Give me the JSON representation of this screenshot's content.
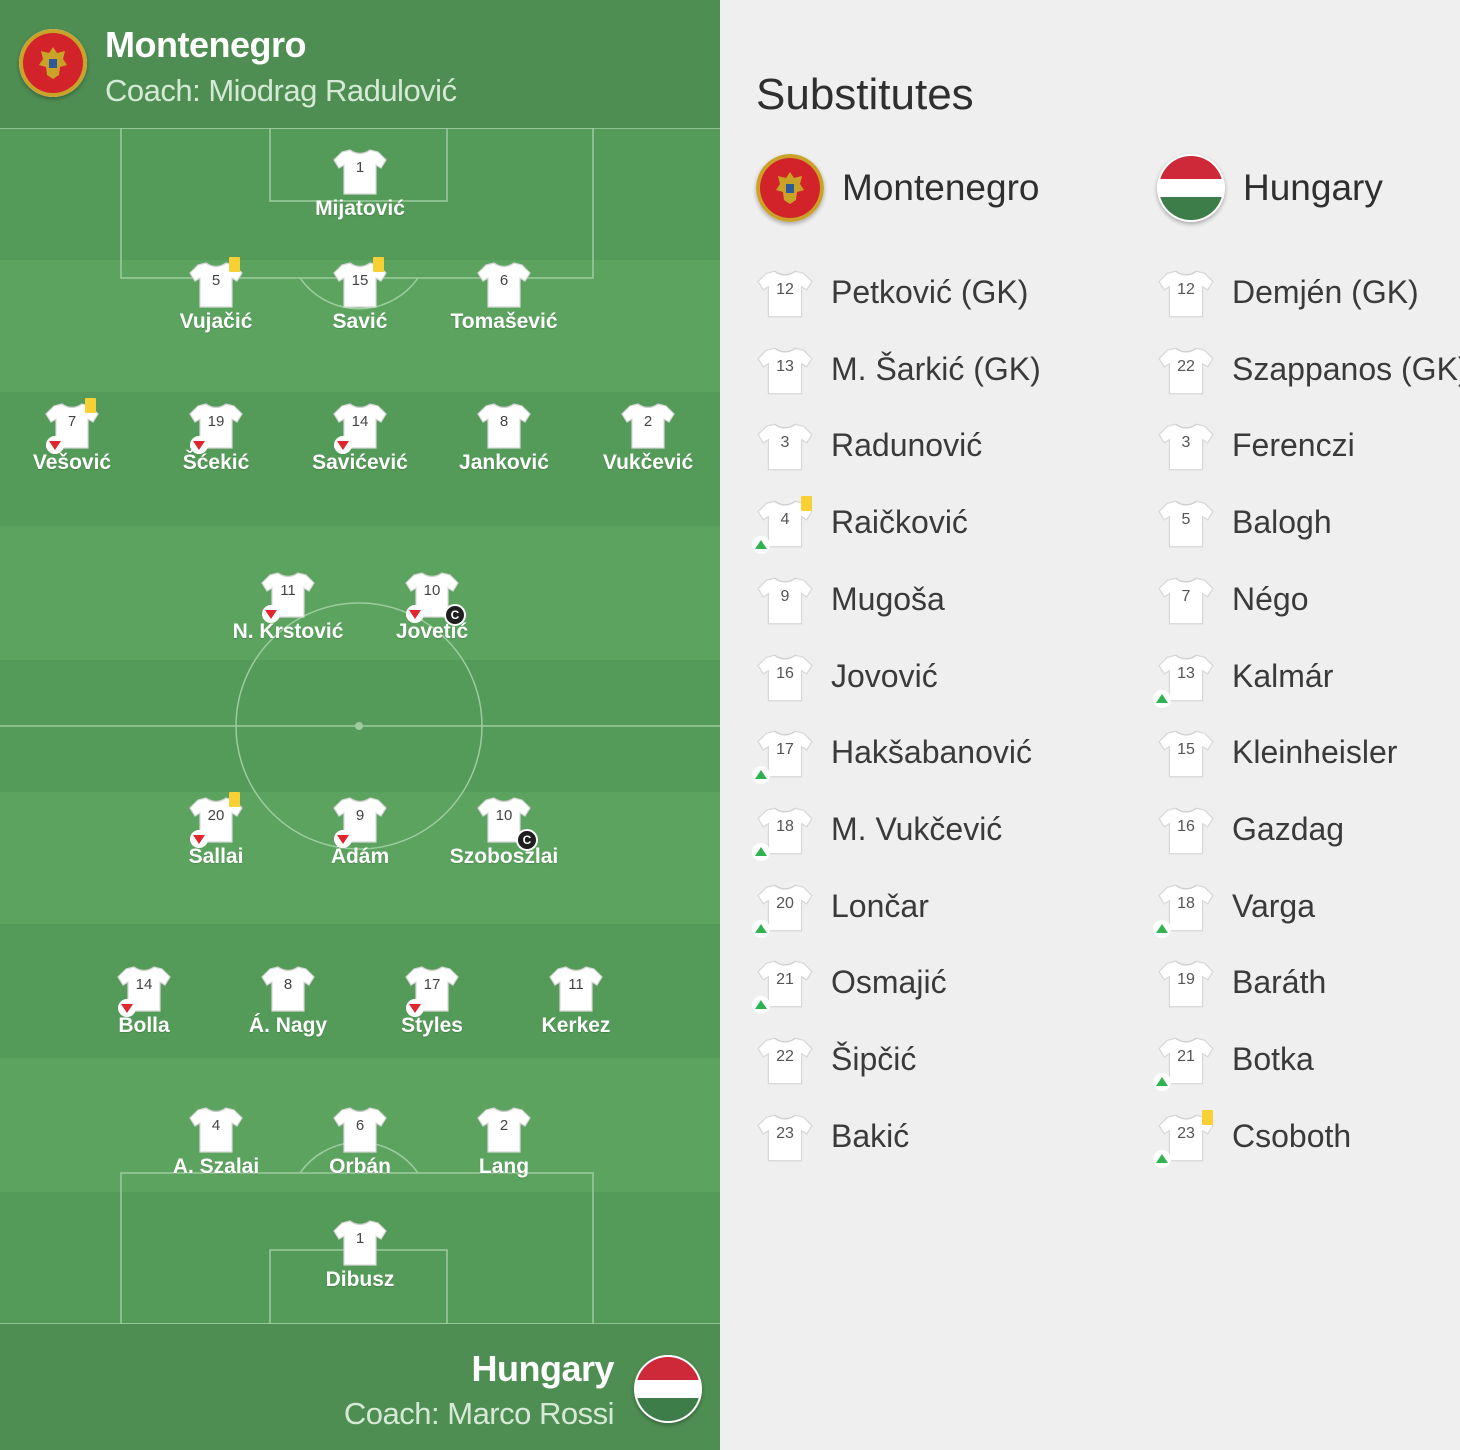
{
  "home": {
    "name": "Montenegro",
    "coach": "Coach: Miodrag Radulović",
    "flag_icon": "montenegro-flag-icon",
    "colors": {
      "red": "#d2232a",
      "gold": "#c9a227"
    },
    "lineup": [
      {
        "number": "1",
        "name": "Mijatović",
        "yellow": false,
        "sub_off": false,
        "captain": false
      },
      {
        "number": "5",
        "name": "Vujačić",
        "yellow": true,
        "sub_off": false,
        "captain": false
      },
      {
        "number": "15",
        "name": "Savić",
        "yellow": true,
        "sub_off": false,
        "captain": false
      },
      {
        "number": "6",
        "name": "Tomašević",
        "yellow": false,
        "sub_off": false,
        "captain": false
      },
      {
        "number": "7",
        "name": "Vešović",
        "yellow": true,
        "sub_off": true,
        "captain": false
      },
      {
        "number": "19",
        "name": "Šćekić",
        "yellow": false,
        "sub_off": true,
        "captain": false
      },
      {
        "number": "14",
        "name": "Savićević",
        "yellow": false,
        "sub_off": true,
        "captain": false
      },
      {
        "number": "8",
        "name": "Janković",
        "yellow": false,
        "sub_off": false,
        "captain": false
      },
      {
        "number": "2",
        "name": "Vukčević",
        "yellow": false,
        "sub_off": false,
        "captain": false
      },
      {
        "number": "11",
        "name": "N. Krstović",
        "yellow": false,
        "sub_off": true,
        "captain": false
      },
      {
        "number": "10",
        "name": "Jovetić",
        "yellow": false,
        "sub_off": true,
        "captain": true
      }
    ],
    "substitutes": [
      {
        "number": "12",
        "name": "Petković (GK)",
        "yellow": false,
        "sub_on": false
      },
      {
        "number": "13",
        "name": "M. Šarkić (GK)",
        "yellow": false,
        "sub_on": false
      },
      {
        "number": "3",
        "name": "Radunović",
        "yellow": false,
        "sub_on": false
      },
      {
        "number": "4",
        "name": "Raičković",
        "yellow": true,
        "sub_on": true
      },
      {
        "number": "9",
        "name": "Mugoša",
        "yellow": false,
        "sub_on": false
      },
      {
        "number": "16",
        "name": "Jovović",
        "yellow": false,
        "sub_on": false
      },
      {
        "number": "17",
        "name": "Hakšabanović",
        "yellow": false,
        "sub_on": true
      },
      {
        "number": "18",
        "name": "M. Vukčević",
        "yellow": false,
        "sub_on": true
      },
      {
        "number": "20",
        "name": "Lončar",
        "yellow": false,
        "sub_on": true
      },
      {
        "number": "21",
        "name": "Osmajić",
        "yellow": false,
        "sub_on": true
      },
      {
        "number": "22",
        "name": "Šipčić",
        "yellow": false,
        "sub_on": false
      },
      {
        "number": "23",
        "name": "Bakić",
        "yellow": false,
        "sub_on": false
      }
    ]
  },
  "away": {
    "name": "Hungary",
    "coach": "Coach: Marco Rossi",
    "flag_icon": "hungary-flag-icon",
    "colors": {
      "red": "#ce2939",
      "white": "#ffffff",
      "green": "#3c7d4a"
    },
    "lineup": [
      {
        "number": "20",
        "name": "Sallai",
        "yellow": true,
        "sub_off": true,
        "captain": false
      },
      {
        "number": "9",
        "name": "Ádám",
        "yellow": false,
        "sub_off": true,
        "captain": false
      },
      {
        "number": "10",
        "name": "Szoboszlai",
        "yellow": false,
        "sub_off": false,
        "captain": true
      },
      {
        "number": "14",
        "name": "Bolla",
        "yellow": false,
        "sub_off": true,
        "captain": false
      },
      {
        "number": "8",
        "name": "Á. Nagy",
        "yellow": false,
        "sub_off": false,
        "captain": false
      },
      {
        "number": "17",
        "name": "Styles",
        "yellow": false,
        "sub_off": true,
        "captain": false
      },
      {
        "number": "11",
        "name": "Kerkez",
        "yellow": false,
        "sub_off": false,
        "captain": false
      },
      {
        "number": "4",
        "name": "A. Szalai",
        "yellow": false,
        "sub_off": false,
        "captain": false
      },
      {
        "number": "6",
        "name": "Orbán",
        "yellow": false,
        "sub_off": false,
        "captain": false
      },
      {
        "number": "2",
        "name": "Lang",
        "yellow": false,
        "sub_off": false,
        "captain": false
      },
      {
        "number": "1",
        "name": "Dibusz",
        "yellow": false,
        "sub_off": false,
        "captain": false
      }
    ],
    "substitutes": [
      {
        "number": "12",
        "name": "Demjén (GK)",
        "yellow": false,
        "sub_on": false
      },
      {
        "number": "22",
        "name": "Szappanos (GK)",
        "yellow": false,
        "sub_on": false
      },
      {
        "number": "3",
        "name": "Ferenczi",
        "yellow": false,
        "sub_on": false
      },
      {
        "number": "5",
        "name": "Balogh",
        "yellow": false,
        "sub_on": false
      },
      {
        "number": "7",
        "name": "Négo",
        "yellow": false,
        "sub_on": false
      },
      {
        "number": "13",
        "name": "Kalmár",
        "yellow": false,
        "sub_on": true
      },
      {
        "number": "15",
        "name": "Kleinheisler",
        "yellow": false,
        "sub_on": false
      },
      {
        "number": "16",
        "name": "Gazdag",
        "yellow": false,
        "sub_on": false
      },
      {
        "number": "18",
        "name": "Varga",
        "yellow": false,
        "sub_on": true
      },
      {
        "number": "19",
        "name": "Baráth",
        "yellow": false,
        "sub_on": false
      },
      {
        "number": "21",
        "name": "Botka",
        "yellow": false,
        "sub_on": true
      },
      {
        "number": "23",
        "name": "Csoboth",
        "yellow": true,
        "sub_on": true
      }
    ]
  },
  "substitutes_panel": {
    "title": "Substitutes"
  },
  "markers": {
    "captain_label": "C",
    "yellow_card_color": "#f7d034",
    "sub_off_color": "#e0262e",
    "sub_on_color": "#2fb350",
    "shirt_color": "#ffffff"
  },
  "pitch_colors": {
    "light": "#5ca35f",
    "dark": "#539857",
    "header": "#4f8e53",
    "accent_line": "#c0272d"
  }
}
